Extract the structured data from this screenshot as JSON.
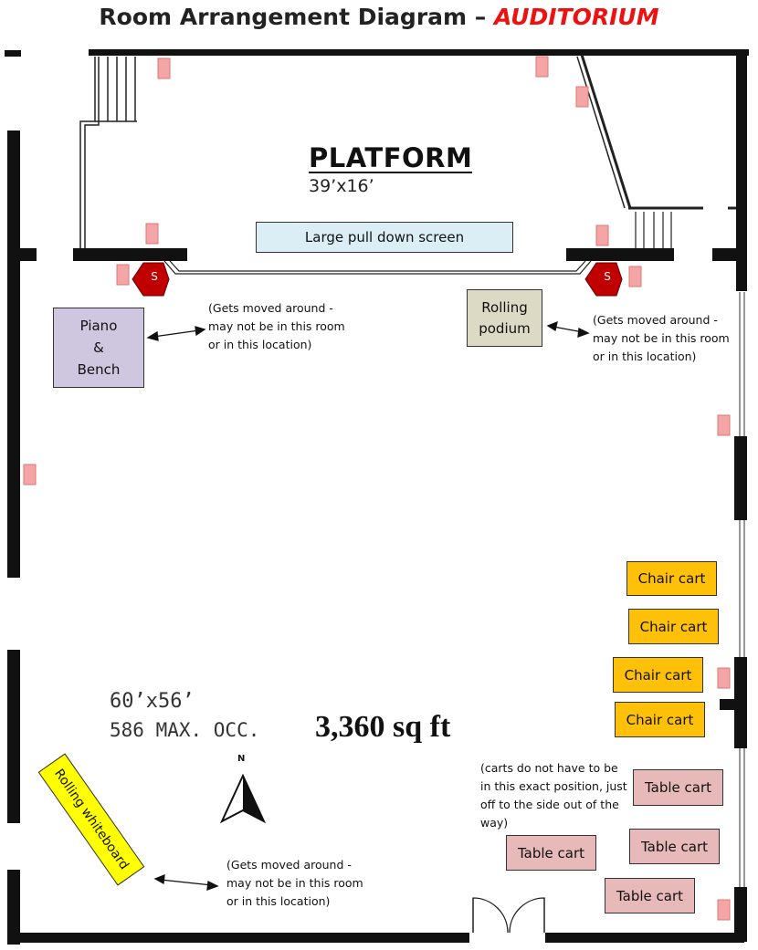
{
  "title": {
    "prefix": "Room Arrangement Diagram – ",
    "room": "AUDITORIUM"
  },
  "platform": {
    "label": "PLATFORM",
    "size": "39’x16’"
  },
  "screen": {
    "label": "Large pull down screen"
  },
  "speaker_label": "S",
  "piano": {
    "line1": "Piano",
    "line2": "&",
    "line3": "Bench"
  },
  "podium": {
    "line1": "Rolling",
    "line2": "podium"
  },
  "notes": {
    "piano": "(Gets moved around -\nmay not be in this room\nor in this location)",
    "podium": "(Gets moved around -\nmay not be in this room\nor in this location)",
    "whiteboard": "(Gets moved around -\nmay not be in this room\nor in this location)",
    "carts": "(carts do not have to be\nin this exact position, just\noff to the side out of the\nway)"
  },
  "room": {
    "dimensions": "60’x56’",
    "occupancy": "586 MAX. OCC.",
    "area": "3,360 sq ft"
  },
  "north": "N",
  "whiteboard": {
    "label": "Rolling whiteboard"
  },
  "chair_carts": [
    "Chair cart",
    "Chair cart",
    "Chair cart",
    "Chair cart"
  ],
  "table_carts": [
    "Table cart",
    "Table cart",
    "Table cart",
    "Table cart"
  ],
  "colors": {
    "title_accent": "#e11111",
    "screen": "#dbeef5",
    "piano": "#cfc6e0",
    "podium": "#dcd9c4",
    "chair_cart": "#ffc107",
    "table_cart": "#e8b9b9",
    "speaker": "#c00000",
    "outlet": "#f4a6a6",
    "whiteboard": "#ffff00"
  }
}
